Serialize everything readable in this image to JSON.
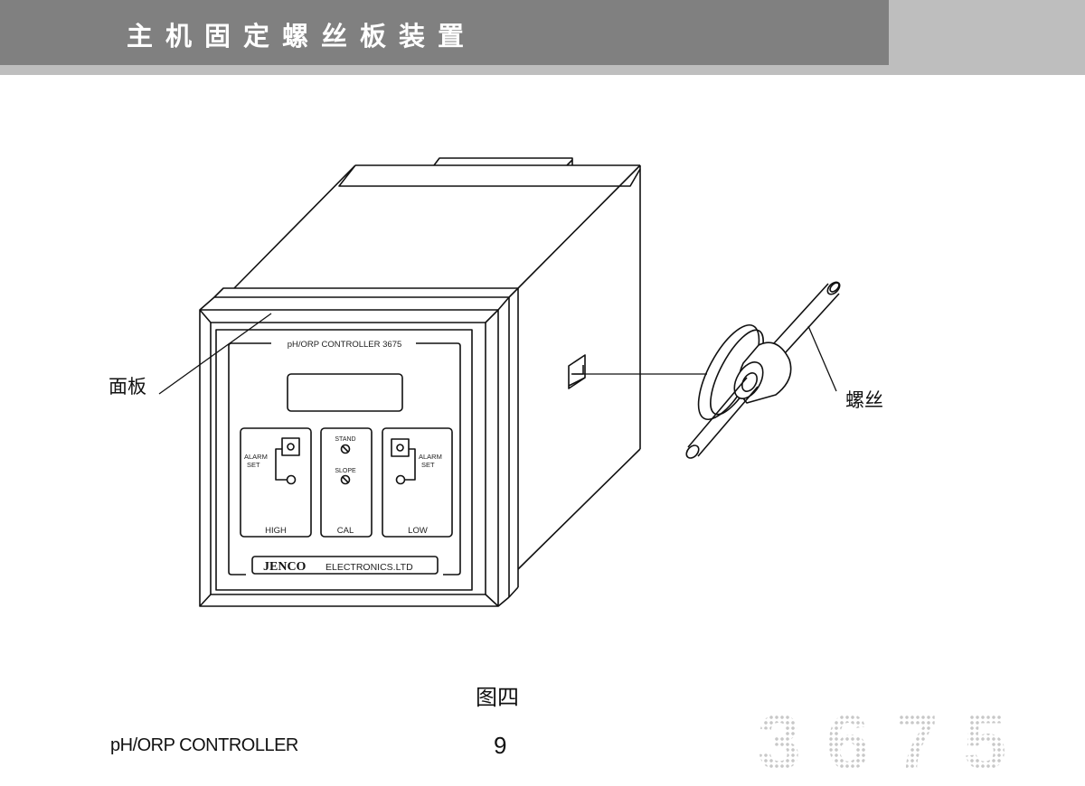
{
  "header": {
    "title": "主机固定螺丝板装置",
    "colors": {
      "dark_bar": "#808080",
      "light_bar": "#bebebe",
      "title_text": "#ffffff"
    }
  },
  "figure": {
    "device": {
      "panel_title": "pH/ORP CONTROLLER 3675",
      "modules": [
        {
          "id": "high",
          "label": "HIGH",
          "side_label_line1": "ALARM",
          "side_label_line2": "SET"
        },
        {
          "id": "cal",
          "label": "CAL",
          "knob1_label": "STAND",
          "knob2_label": "SLOPE"
        },
        {
          "id": "low",
          "label": "LOW",
          "side_label_line1": "ALARM",
          "side_label_line2": "SET"
        }
      ],
      "brand": "JENCO",
      "brand_suffix": "ELECTRONICS.LTD"
    },
    "callouts": {
      "panel": "面板",
      "screw": "螺丝"
    },
    "caption": "图四"
  },
  "footer": {
    "product": "pH/ORP CONTROLLER",
    "page_number": "9",
    "watermark": "3675"
  }
}
